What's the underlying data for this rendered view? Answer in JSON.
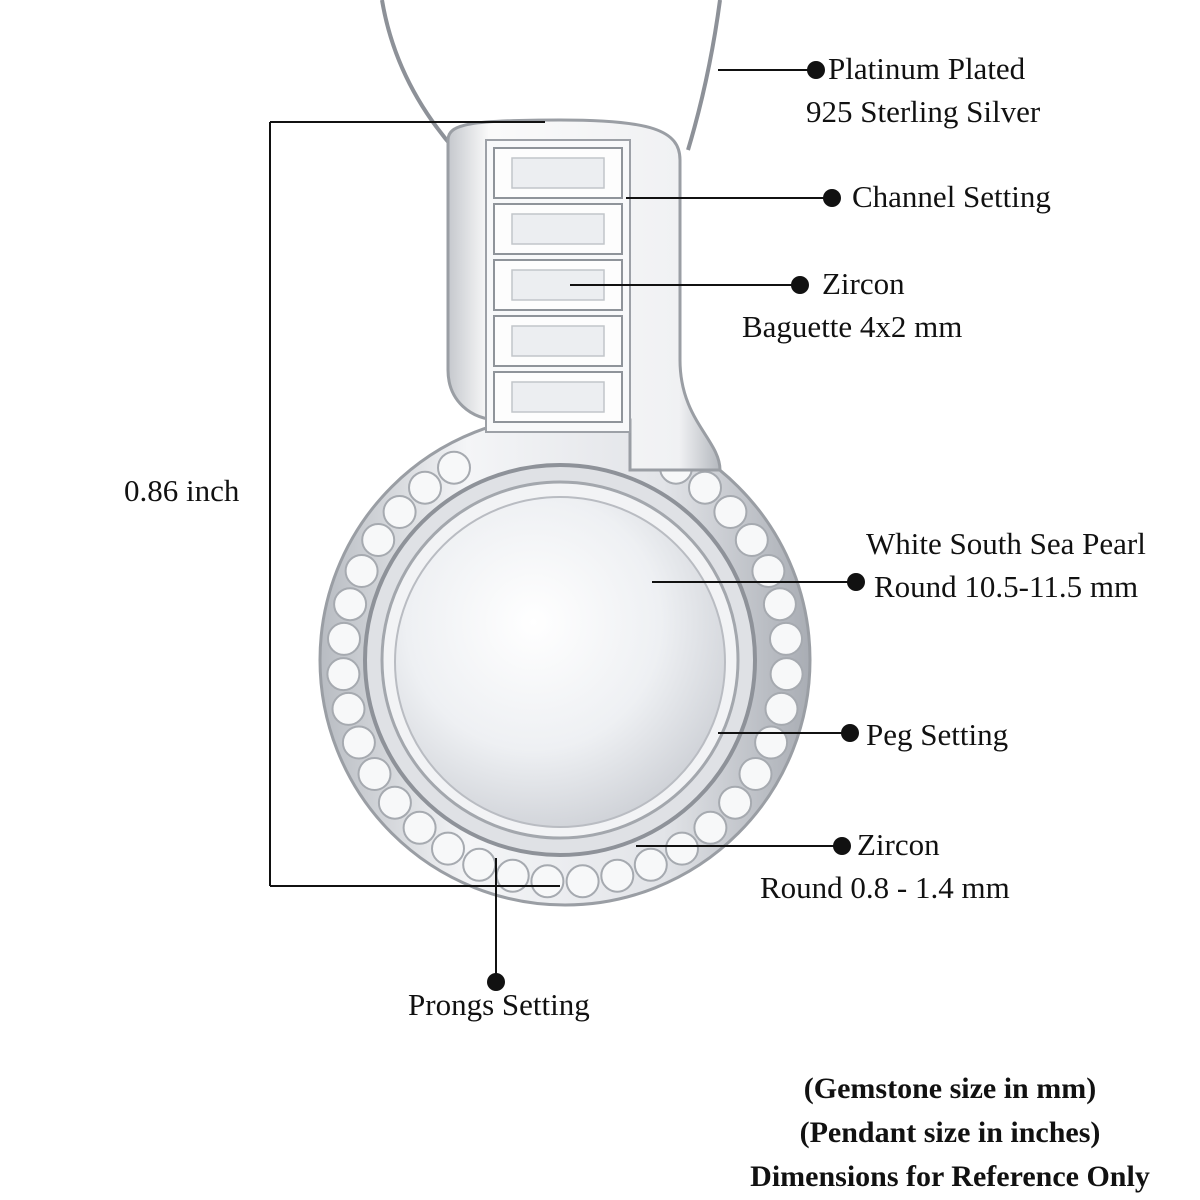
{
  "labels": {
    "platinum_line1": "Platinum Plated",
    "platinum_line2": "925 Sterling Silver",
    "channel": "Channel Setting",
    "zircon_baguette_line1": "Zircon",
    "zircon_baguette_line2": "Baguette 4x2 mm",
    "pearl_line1": "White South Sea Pearl",
    "pearl_line2": "Round 10.5-11.5 mm",
    "peg": "Peg Setting",
    "zircon_round_line1": "Zircon",
    "zircon_round_line2": "Round 0.8 - 1.4 mm",
    "prongs": "Prongs Setting",
    "height": "0.86 inch"
  },
  "notes": {
    "gemstone_size": "(Gemstone size in mm)",
    "pendant_size": "(Pendant size in inches)",
    "reference": "Dimensions for Reference Only"
  },
  "colors": {
    "background": "#ffffff",
    "text": "#111111",
    "metal": "#e4e6e9",
    "metal_dark": "#9a9ea4",
    "pearl": "#f3f4f6"
  }
}
